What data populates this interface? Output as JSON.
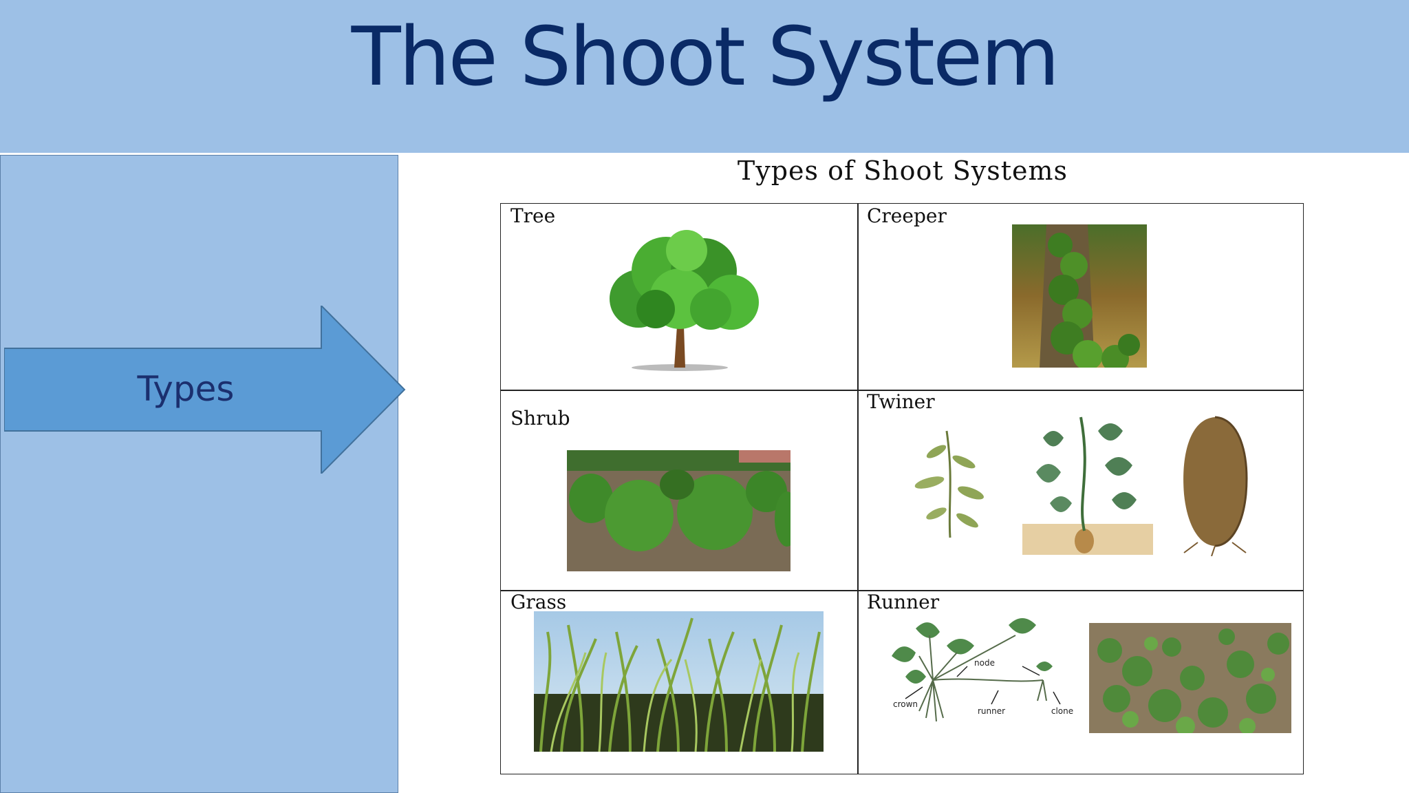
{
  "slide": {
    "title": "The Shoot System",
    "arrow_label": "Types"
  },
  "table": {
    "title": "Types of Shoot Systems",
    "cells": [
      {
        "label": "Tree"
      },
      {
        "label": "Creeper"
      },
      {
        "label": "Shrub"
      },
      {
        "label": "Twiner"
      },
      {
        "label": "Grass"
      },
      {
        "label": "Runner"
      }
    ],
    "runner_diagram_labels": [
      "node",
      "crown",
      "runner",
      "clone"
    ]
  },
  "colors": {
    "header_bg": "#9dc0e6",
    "title_text": "#0a2a66",
    "arrow_fill": "#5b9bd5",
    "arrow_text": "#1b2f6e"
  }
}
